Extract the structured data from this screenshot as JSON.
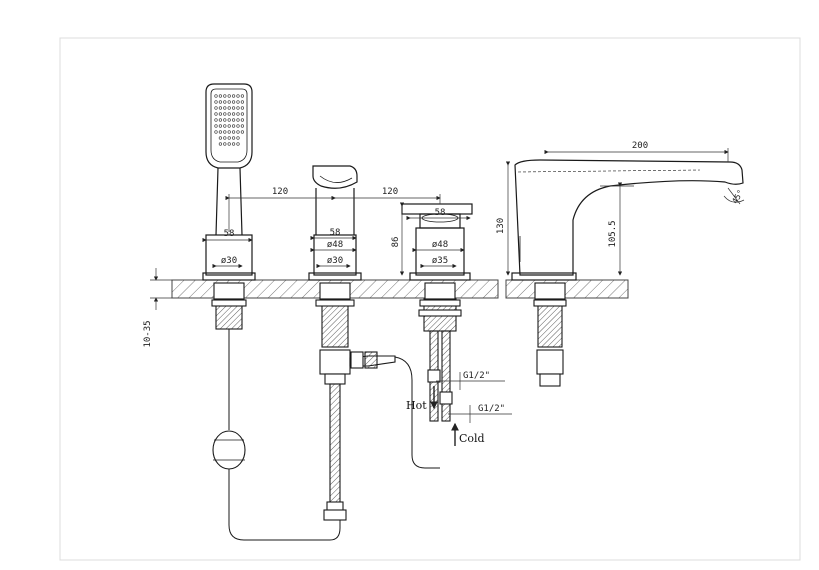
{
  "diagram": {
    "colors": {
      "line": "#1a1a1a",
      "frame": "#dddddd",
      "hatch": "#888888"
    },
    "dimensions": {
      "spacing_left": "120",
      "spacing_right": "120",
      "spout_length": "200",
      "height_130": "130",
      "height_105": "105.5",
      "height_86": "86",
      "deck_thickness": "10-35",
      "angle": "45°",
      "handshower": {
        "w": "58",
        "d": "ø30"
      },
      "mixer_a": {
        "w": "58",
        "d1": "ø48",
        "d2": "ø30"
      },
      "mixer_b": {
        "w": "58",
        "d1": "ø48",
        "d2": "ø35"
      }
    },
    "connections": {
      "g1": "G1/2\"",
      "g2": "G1/2\"",
      "hot": "Hot",
      "cold": "Cold"
    }
  }
}
